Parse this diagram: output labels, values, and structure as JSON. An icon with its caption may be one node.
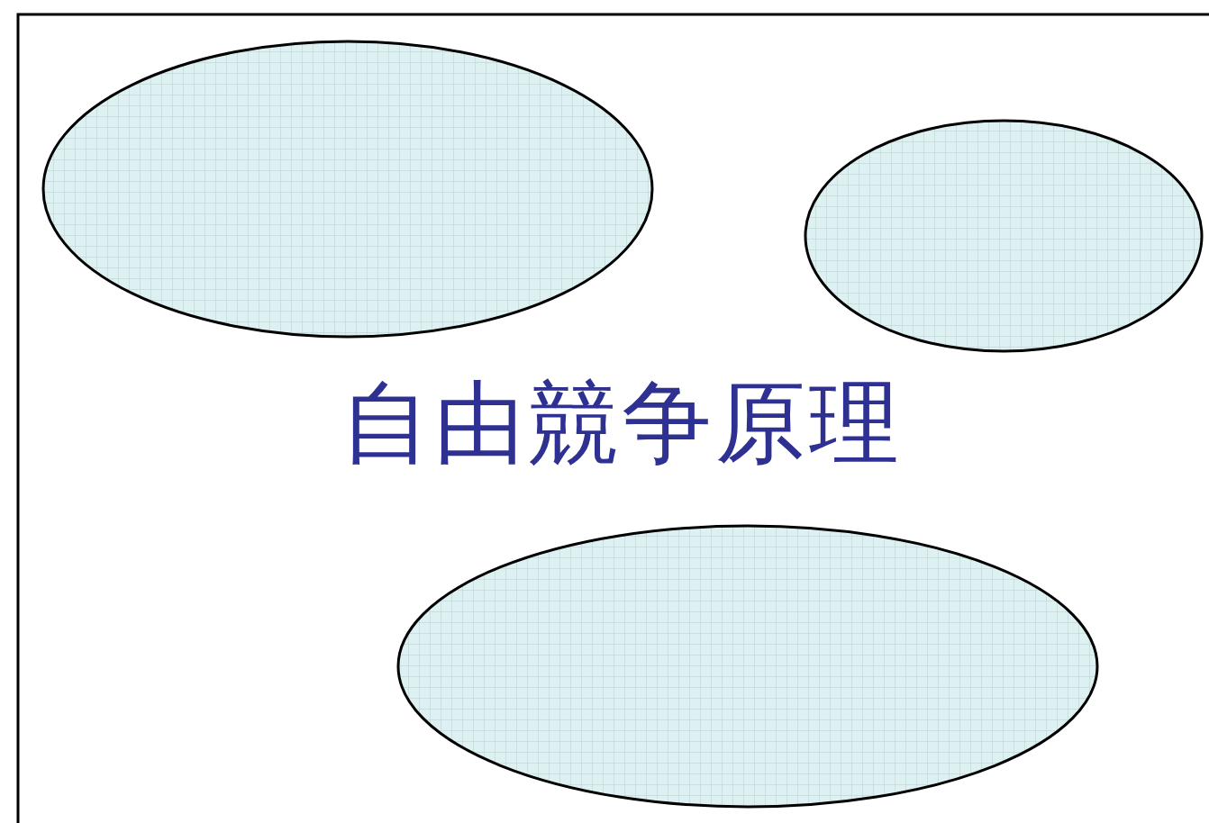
{
  "diagram": {
    "title": "自由競争原理",
    "nodes": [
      {
        "text": [],
        "shape": "ellipse"
      },
      {
        "text": [],
        "shape": "ellipse"
      },
      {
        "text": [],
        "shape": "ellipse"
      }
    ]
  }
}
